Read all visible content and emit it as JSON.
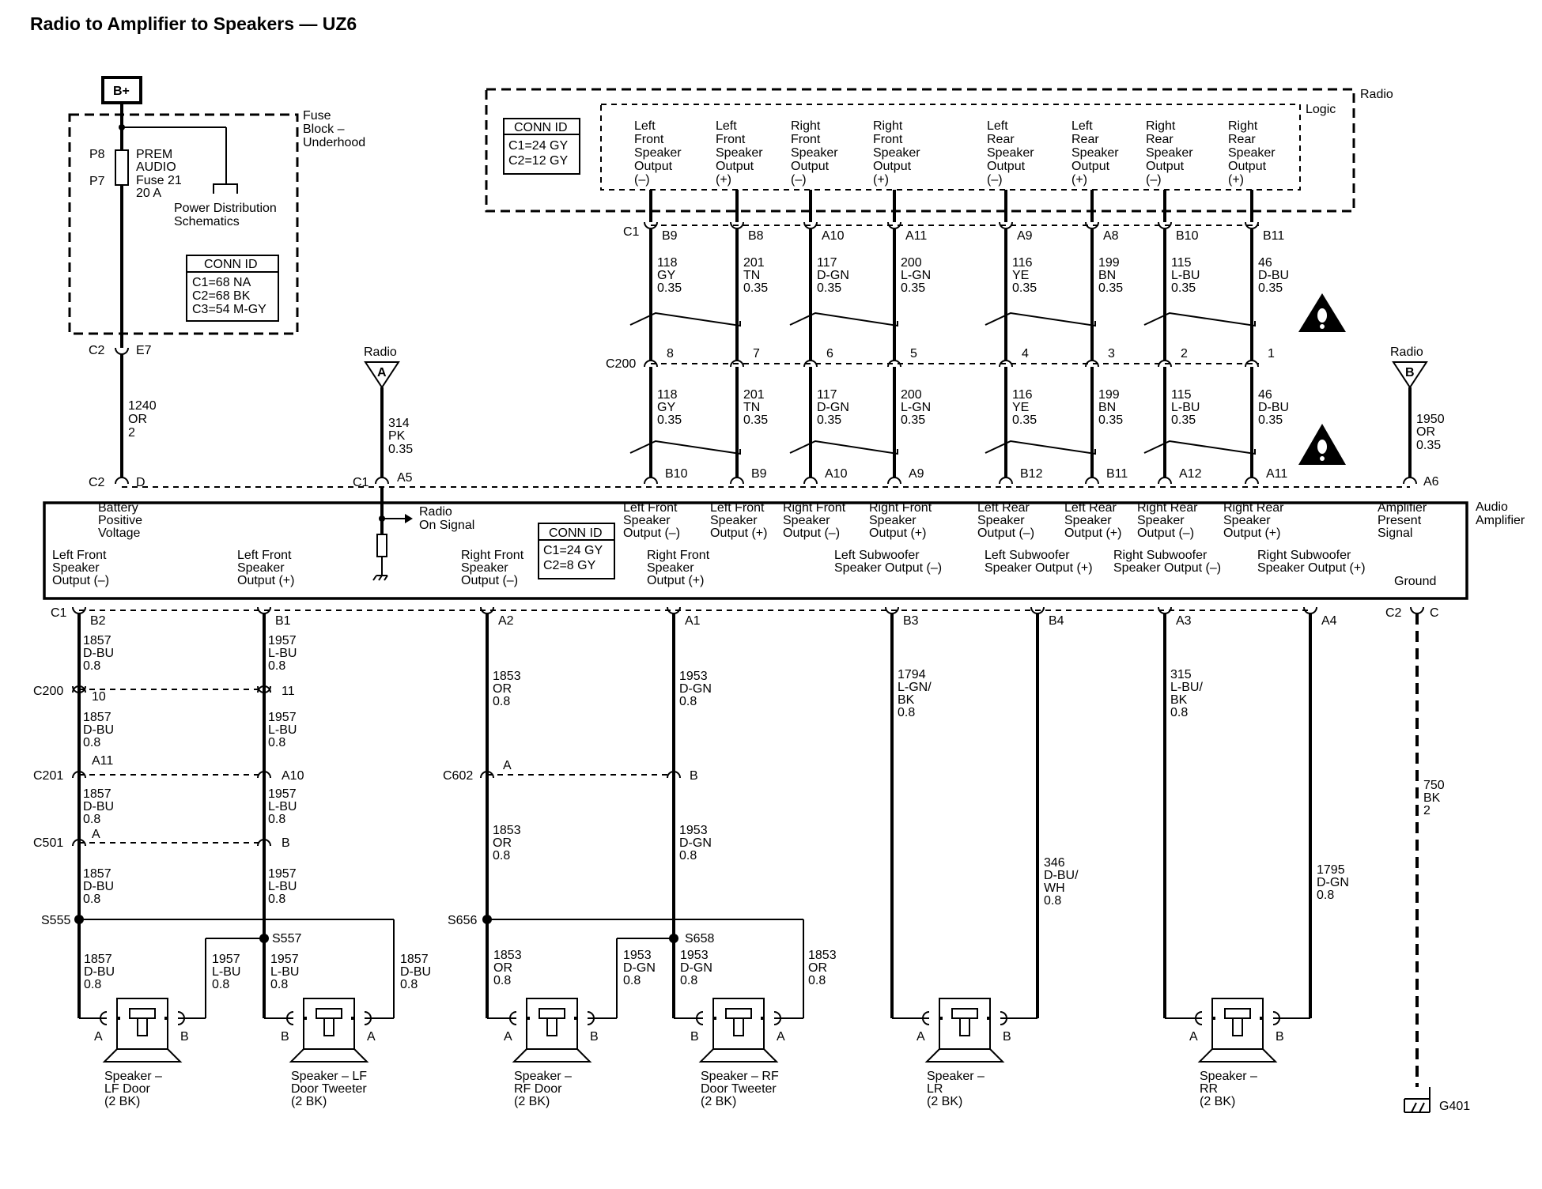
{
  "title": "Radio to Amplifier to Speakers — UZ6",
  "battery_label": "B+",
  "fuse_block": {
    "label": [
      "Fuse",
      "Block –",
      "Underhood"
    ],
    "pin_top": "P8",
    "pin_bottom": "P7",
    "fuse_label": [
      "PREM",
      "AUDIO",
      "Fuse 21",
      "20 A"
    ],
    "power_dist": [
      "Power Distribution",
      "Schematics"
    ],
    "conn_id_header": "CONN ID",
    "conn_id_lines": [
      "C1=68 NA",
      "C2=68 BK",
      "C3=54 M-GY"
    ]
  },
  "radio": {
    "label": "Radio",
    "logic_label": "Logic",
    "conn_id_header": "CONN ID",
    "conn_id_lines": [
      "C1=24 GY",
      "C2=12 GY"
    ],
    "outputs": [
      [
        "Left",
        "Front",
        "Speaker",
        "Output",
        "(–)"
      ],
      [
        "Left",
        "Front",
        "Speaker",
        "Output",
        "(+)"
      ],
      [
        "Right",
        "Front",
        "Speaker",
        "Output",
        "(–)"
      ],
      [
        "Right",
        "Front",
        "Speaker",
        "Output",
        "(+)"
      ],
      [
        "Left",
        "Rear",
        "Speaker",
        "Output",
        "(–)"
      ],
      [
        "Left",
        "Rear",
        "Speaker",
        "Output",
        "(+)"
      ],
      [
        "Right",
        "Rear",
        "Speaker",
        "Output",
        "(–)"
      ],
      [
        "Right",
        "Rear",
        "Speaker",
        "Output",
        "(+)"
      ]
    ],
    "c1_label": "C1",
    "c1_pins": [
      "B9",
      "B8",
      "A10",
      "A11",
      "A9",
      "A8",
      "B10",
      "B11"
    ]
  },
  "upper_wires": {
    "top": [
      [
        "118",
        "GY",
        "0.35"
      ],
      [
        "201",
        "TN",
        "0.35"
      ],
      [
        "117",
        "D-GN",
        "0.35"
      ],
      [
        "200",
        "L-GN",
        "0.35"
      ],
      [
        "116",
        "YE",
        "0.35"
      ],
      [
        "199",
        "BN",
        "0.35"
      ],
      [
        "115",
        "L-BU",
        "0.35"
      ],
      [
        "46",
        "D-BU",
        "0.35"
      ]
    ],
    "c200_label": "C200",
    "c200_pins": [
      "8",
      "7",
      "6",
      "5",
      "4",
      "3",
      "2",
      "1"
    ],
    "bottom": [
      [
        "118",
        "GY",
        "0.35"
      ],
      [
        "201",
        "TN",
        "0.35"
      ],
      [
        "117",
        "D-GN",
        "0.35"
      ],
      [
        "200",
        "L-GN",
        "0.35"
      ],
      [
        "116",
        "YE",
        "0.35"
      ],
      [
        "199",
        "BN",
        "0.35"
      ],
      [
        "115",
        "L-BU",
        "0.35"
      ],
      [
        "46",
        "D-BU",
        "0.35"
      ]
    ]
  },
  "fuse_out": {
    "c2_label": "C2",
    "c2_pin": "E7",
    "wire": [
      "1240",
      "OR",
      "2"
    ]
  },
  "radio_a": {
    "label": "Radio",
    "letter": "A",
    "wire": [
      "314",
      "PK",
      "0.35"
    ]
  },
  "radio_b": {
    "label": "Radio",
    "letter": "B",
    "wire": [
      "1950",
      "OR",
      "0.35"
    ]
  },
  "amplifier": {
    "label": [
      "Audio",
      "Amplifier"
    ],
    "top_connectors": {
      "c2_label": "C2",
      "c2_pin": "D",
      "c1_label": "C1",
      "c1_pin": "A5",
      "pins": [
        "B10",
        "B9",
        "A10",
        "A9",
        "B12",
        "B11",
        "A12",
        "A11"
      ],
      "a6": "A6"
    },
    "top_labels": [
      [
        "Battery",
        "Positive",
        "Voltage"
      ],
      [
        "Left Front",
        "Speaker",
        "Output (–)"
      ],
      [
        "Left Front",
        "Speaker",
        "Output (+)"
      ],
      [
        "Right Front",
        "Speaker",
        "Output (–)"
      ],
      [
        "Right Front",
        "Speaker",
        "Output (+)"
      ],
      [
        "Left Rear",
        "Speaker",
        "Output (–)"
      ],
      [
        "Left Rear",
        "Speaker",
        "Output (+)"
      ],
      [
        "Right Rear",
        "Speaker",
        "Output (–)"
      ],
      [
        "Right Rear",
        "Speaker",
        "Output (+)"
      ],
      [
        "Amplifier",
        "Present",
        "Signal"
      ]
    ],
    "radio_on": [
      "Radio",
      "On Signal"
    ],
    "conn_id_header": "CONN ID",
    "conn_id_lines": [
      "C1=24 GY",
      "C2=8 GY"
    ],
    "bottom_labels": [
      [
        "Left Front",
        "Speaker",
        "Output (–)"
      ],
      [
        "Left Front",
        "Speaker",
        "Output (+)"
      ],
      [
        "Right Front",
        "Speaker",
        "Output (–)"
      ],
      [
        "Right Front",
        "Speaker",
        "Output (+)"
      ],
      [
        "Left Subwoofer",
        "Speaker Output (–)"
      ],
      [
        "Left Subwoofer",
        "Speaker Output (+)"
      ],
      [
        "Right Subwoofer",
        "Speaker Output (–)"
      ],
      [
        "Right Subwoofer",
        "Speaker Output (+)"
      ],
      [
        "Ground"
      ]
    ],
    "bottom_c1_label": "C1",
    "bottom_pins": [
      "B2",
      "B1",
      "A2",
      "A1",
      "B3",
      "B4",
      "A3",
      "A4"
    ],
    "bottom_c2_label": "C2",
    "bottom_c2_pin": "C"
  },
  "lower": {
    "lf_minus": [
      [
        "1857",
        "D-BU",
        "0.8"
      ],
      [
        "1857",
        "D-BU",
        "0.8"
      ],
      [
        "1857",
        "D-BU",
        "0.8"
      ],
      [
        "1857",
        "D-BU",
        "0.8"
      ]
    ],
    "lf_plus": [
      [
        "1957",
        "L-BU",
        "0.8"
      ],
      [
        "1957",
        "L-BU",
        "0.8"
      ],
      [
        "1957",
        "L-BU",
        "0.8"
      ],
      [
        "1957",
        "L-BU",
        "0.8"
      ]
    ],
    "c200": "C200",
    "c200_pins": [
      "10",
      "11"
    ],
    "c201": "C201",
    "c201_pins": [
      "A11",
      "A10"
    ],
    "c501": "C501",
    "c501_pins": [
      "A",
      "B"
    ],
    "rf_minus": [
      [
        "1853",
        "OR",
        "0.8"
      ],
      [
        "1853",
        "OR",
        "0.8"
      ]
    ],
    "rf_plus": [
      [
        "1953",
        "D-GN",
        "0.8"
      ],
      [
        "1953",
        "D-GN",
        "0.8"
      ]
    ],
    "c602": "C602",
    "c602_pins": [
      "A",
      "B"
    ],
    "lr_minus": [
      "1794",
      "L-GN/",
      "BK",
      "0.8"
    ],
    "lr_plus": [
      "346",
      "D-BU/",
      "WH",
      "0.8"
    ],
    "rr_minus": [
      "315",
      "L-BU/",
      "BK",
      "0.8"
    ],
    "rr_plus": [
      "1795",
      "D-GN",
      "0.8"
    ],
    "ground_wire": [
      "750",
      "BK",
      "2"
    ],
    "splices": [
      "S555",
      "S557",
      "S656",
      "S658"
    ],
    "spk_wires": {
      "lf_door_a": [
        "1857",
        "D-BU",
        "0.8"
      ],
      "lf_door_b": [
        "1957",
        "L-BU",
        "0.8"
      ],
      "lf_tw_b": [
        "1957",
        "L-BU",
        "0.8"
      ],
      "lf_tw_a": [
        "1857",
        "D-BU",
        "0.8"
      ],
      "rf_door_a": [
        "1853",
        "OR",
        "0.8"
      ],
      "rf_door_b": [
        "1953",
        "D-GN",
        "0.8"
      ],
      "rf_tw_b": [
        "1953",
        "D-GN",
        "0.8"
      ],
      "rf_tw_a": [
        "1853",
        "OR",
        "0.8"
      ]
    },
    "ground_label": "G401"
  },
  "speakers": [
    {
      "pins": [
        "A",
        "B"
      ],
      "label": [
        "Speaker –",
        "LF Door",
        "(2 BK)"
      ]
    },
    {
      "pins": [
        "B",
        "A"
      ],
      "label": [
        "Speaker – LF",
        "Door Tweeter",
        "(2 BK)"
      ]
    },
    {
      "pins": [
        "A",
        "B"
      ],
      "label": [
        "Speaker –",
        "RF Door",
        "(2 BK)"
      ]
    },
    {
      "pins": [
        "B",
        "A"
      ],
      "label": [
        "Speaker – RF",
        "Door Tweeter",
        "(2 BK)"
      ]
    },
    {
      "pins": [
        "A",
        "B"
      ],
      "label": [
        "Speaker –",
        "LR",
        "(2 BK)"
      ]
    },
    {
      "pins": [
        "A",
        "B"
      ],
      "label": [
        "Speaker –",
        "RR",
        "(2 BK)"
      ]
    }
  ]
}
